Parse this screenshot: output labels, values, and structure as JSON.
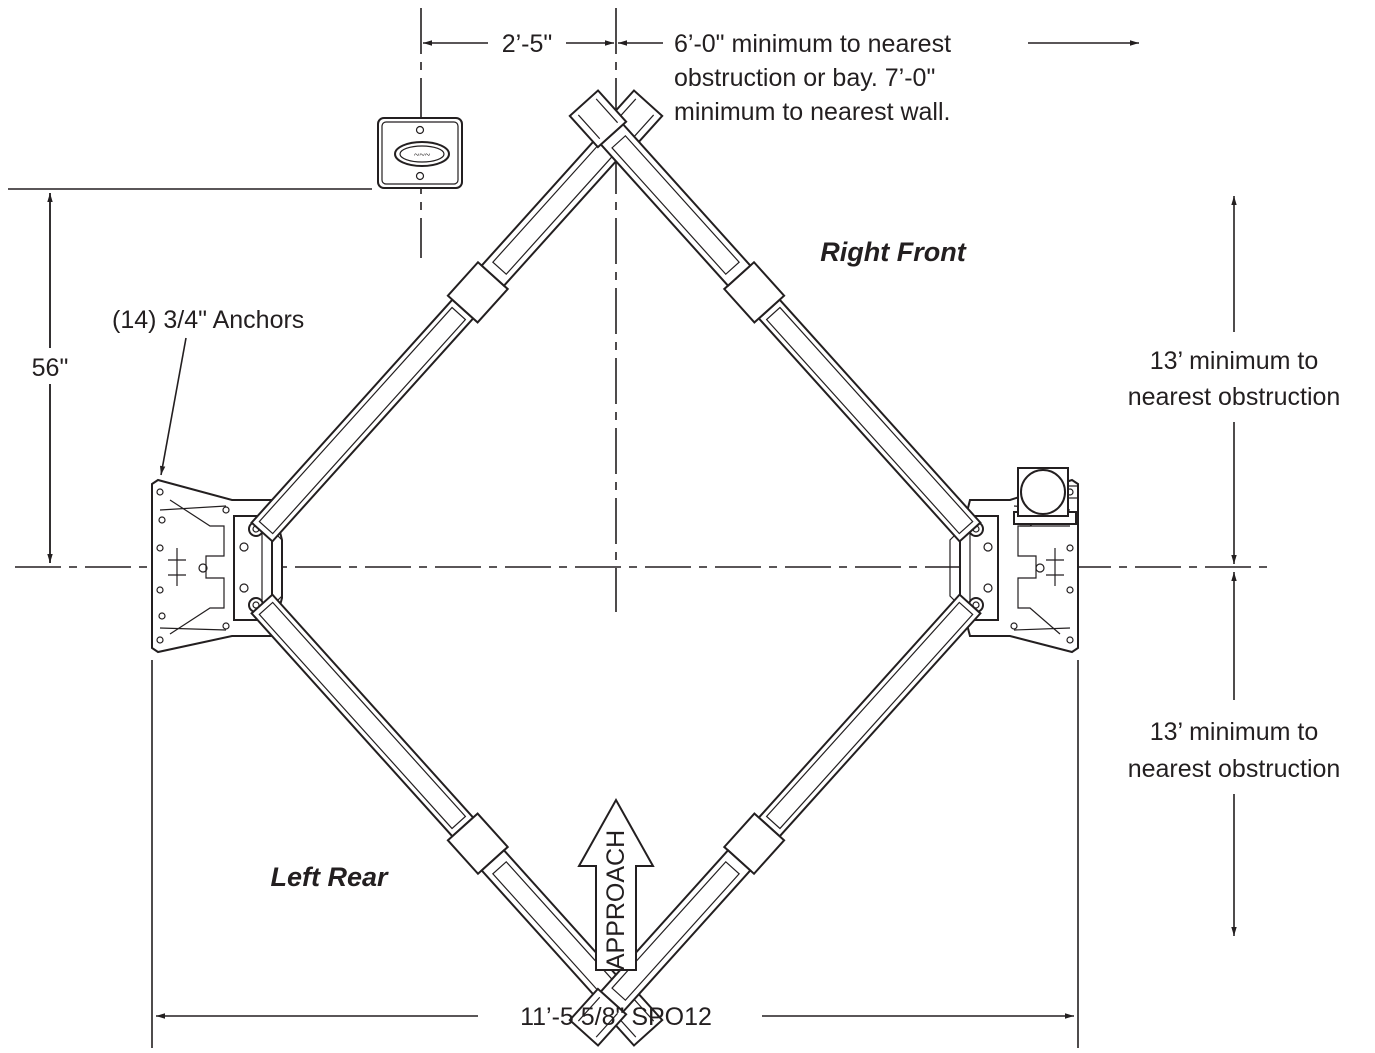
{
  "labels": {
    "clearance_between": "2’-5\"",
    "min_line1": "6’-0\" minimum to nearest",
    "min_line2": "obstruction or bay.  7’-0\"",
    "min_line3": "minimum to nearest wall.",
    "right_front": "Right Front",
    "left_rear": "Left Rear",
    "anchors": "(14) 3/4\" Anchors",
    "dim_56": "56\"",
    "obstruction_top_1": "13’ minimum to",
    "obstruction_top_2": "nearest obstruction",
    "obstruction_bottom_1": "13’ minimum to",
    "obstruction_bottom_2": "nearest obstruction",
    "approach": "APPROACH",
    "width": "11’-5 5/8\" SPO12"
  },
  "colors": {
    "ink": "#231f20",
    "background": "#ffffff"
  }
}
